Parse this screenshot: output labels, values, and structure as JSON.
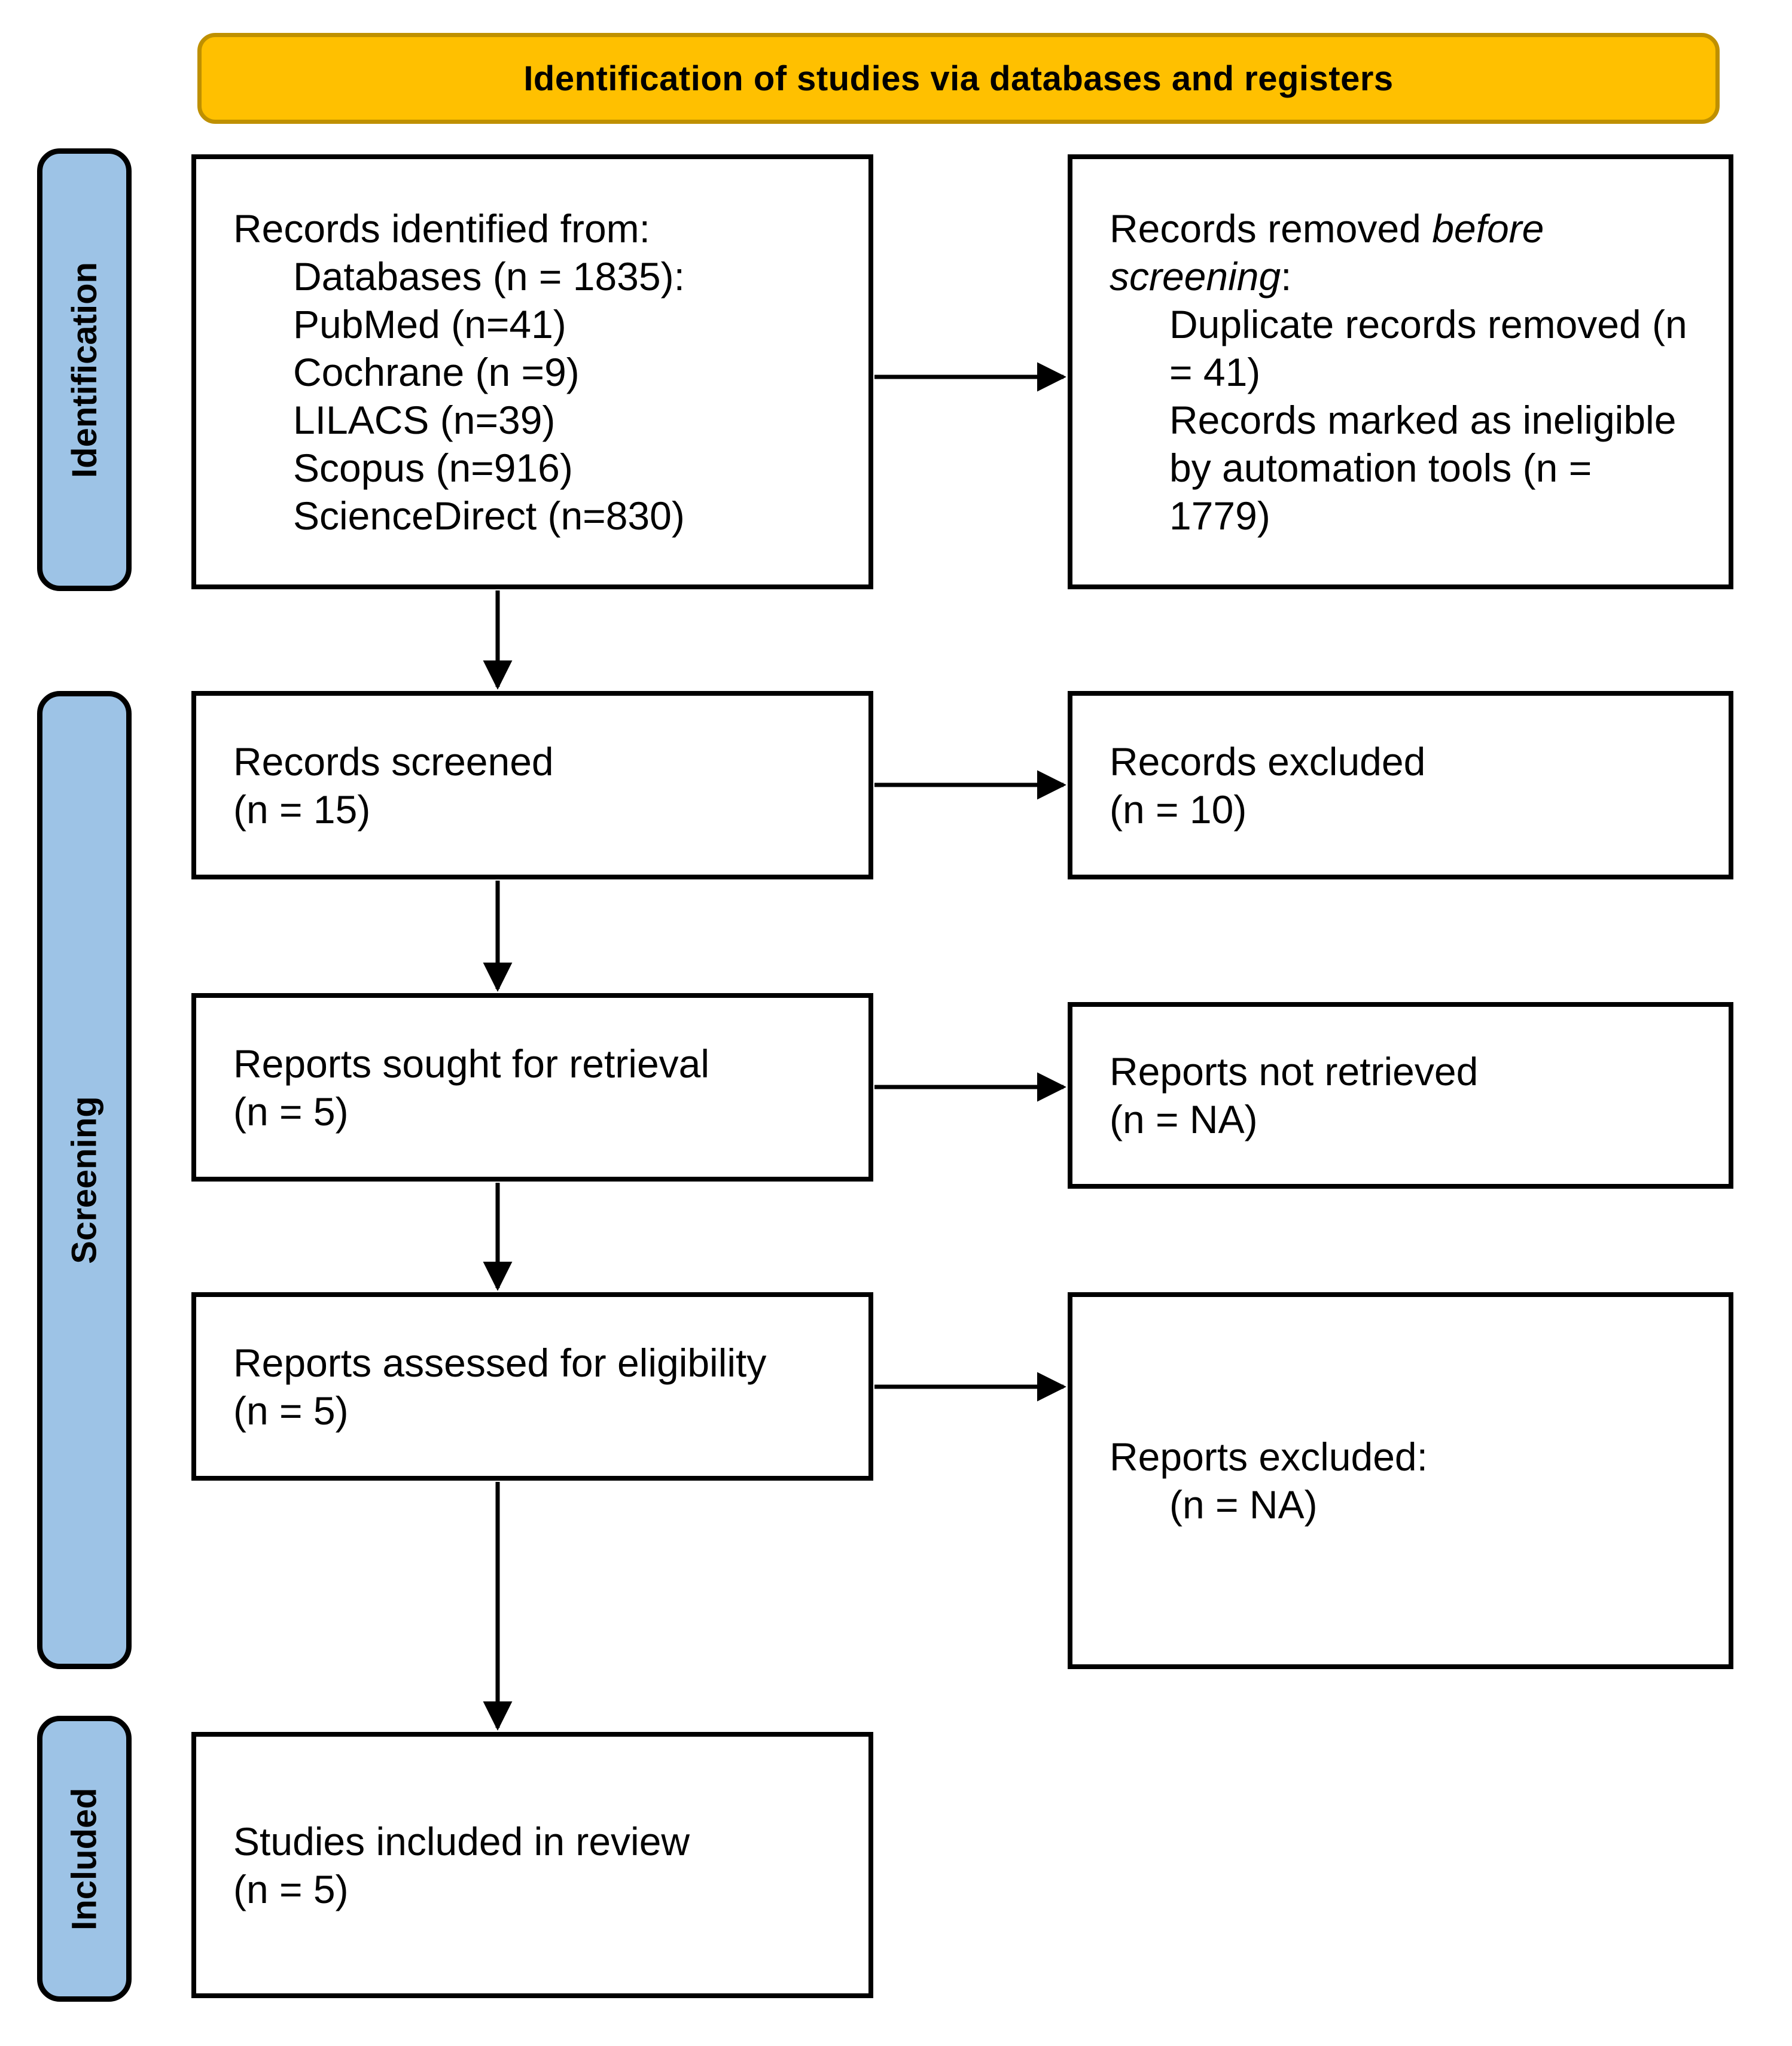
{
  "banner": {
    "label": "Identification of studies via databases and registers"
  },
  "stages": {
    "identification": "Identification",
    "screening": "Screening",
    "included": "Included"
  },
  "colors": {
    "banner_fill": "#FFC000",
    "banner_border": "#BF9000",
    "stage_fill": "#9DC3E6",
    "box_border": "#000000",
    "text": "#000000"
  },
  "boxes": {
    "records_identified": {
      "lines": [
        {
          "indent": 0,
          "text": "Records identified from:"
        },
        {
          "indent": 1,
          "text": "Databases (n = 1835):"
        },
        {
          "indent": 1,
          "text": "PubMed (n=41)"
        },
        {
          "indent": 1,
          "text": "Cochrane (n =9)"
        },
        {
          "indent": 1,
          "text": "LILACS (n=39)"
        },
        {
          "indent": 1,
          "text": "Scopus (n=916)"
        },
        {
          "indent": 1,
          "text": "ScienceDirect (n=830)"
        }
      ]
    },
    "records_removed": {
      "lines": [
        {
          "indent": 0,
          "segs": [
            {
              "t": "Records removed "
            },
            {
              "t": "before",
              "em": true
            }
          ]
        },
        {
          "indent": 0,
          "segs": [
            {
              "t": "screening",
              "em": true
            },
            {
              "t": ":"
            }
          ]
        },
        {
          "indent": 1,
          "text": "Duplicate records removed (n"
        },
        {
          "indent": 1,
          "text": "= 41)"
        },
        {
          "indent": 1,
          "text": "Records marked as ineligible"
        },
        {
          "indent": 1,
          "text": "by automation tools (n ="
        },
        {
          "indent": 1,
          "text": "1779)"
        }
      ]
    },
    "records_screened": {
      "lines": [
        {
          "indent": 0,
          "text": "Records screened"
        },
        {
          "indent": 0,
          "text": "(n = 15)"
        }
      ]
    },
    "records_excluded": {
      "lines": [
        {
          "indent": 0,
          "text": "Records excluded"
        },
        {
          "indent": 0,
          "text": "(n = 10)"
        }
      ]
    },
    "reports_sought": {
      "lines": [
        {
          "indent": 0,
          "text": "Reports sought for retrieval"
        },
        {
          "indent": 0,
          "text": "(n = 5)"
        }
      ]
    },
    "reports_not_retrieved": {
      "lines": [
        {
          "indent": 0,
          "text": "Reports not retrieved"
        },
        {
          "indent": 0,
          "text": "(n = NA)"
        }
      ]
    },
    "reports_assessed": {
      "lines": [
        {
          "indent": 0,
          "text": "Reports assessed for eligibility"
        },
        {
          "indent": 0,
          "text": "(n = 5)"
        }
      ]
    },
    "reports_excluded": {
      "lines": [
        {
          "indent": 0,
          "text": "Reports excluded:"
        },
        {
          "indent": 1,
          "text": "(n = NA)"
        }
      ]
    },
    "studies_included": {
      "lines": [
        {
          "indent": 0,
          "text": "Studies included in review"
        },
        {
          "indent": 0,
          "text": "(n = 5)"
        }
      ]
    }
  }
}
